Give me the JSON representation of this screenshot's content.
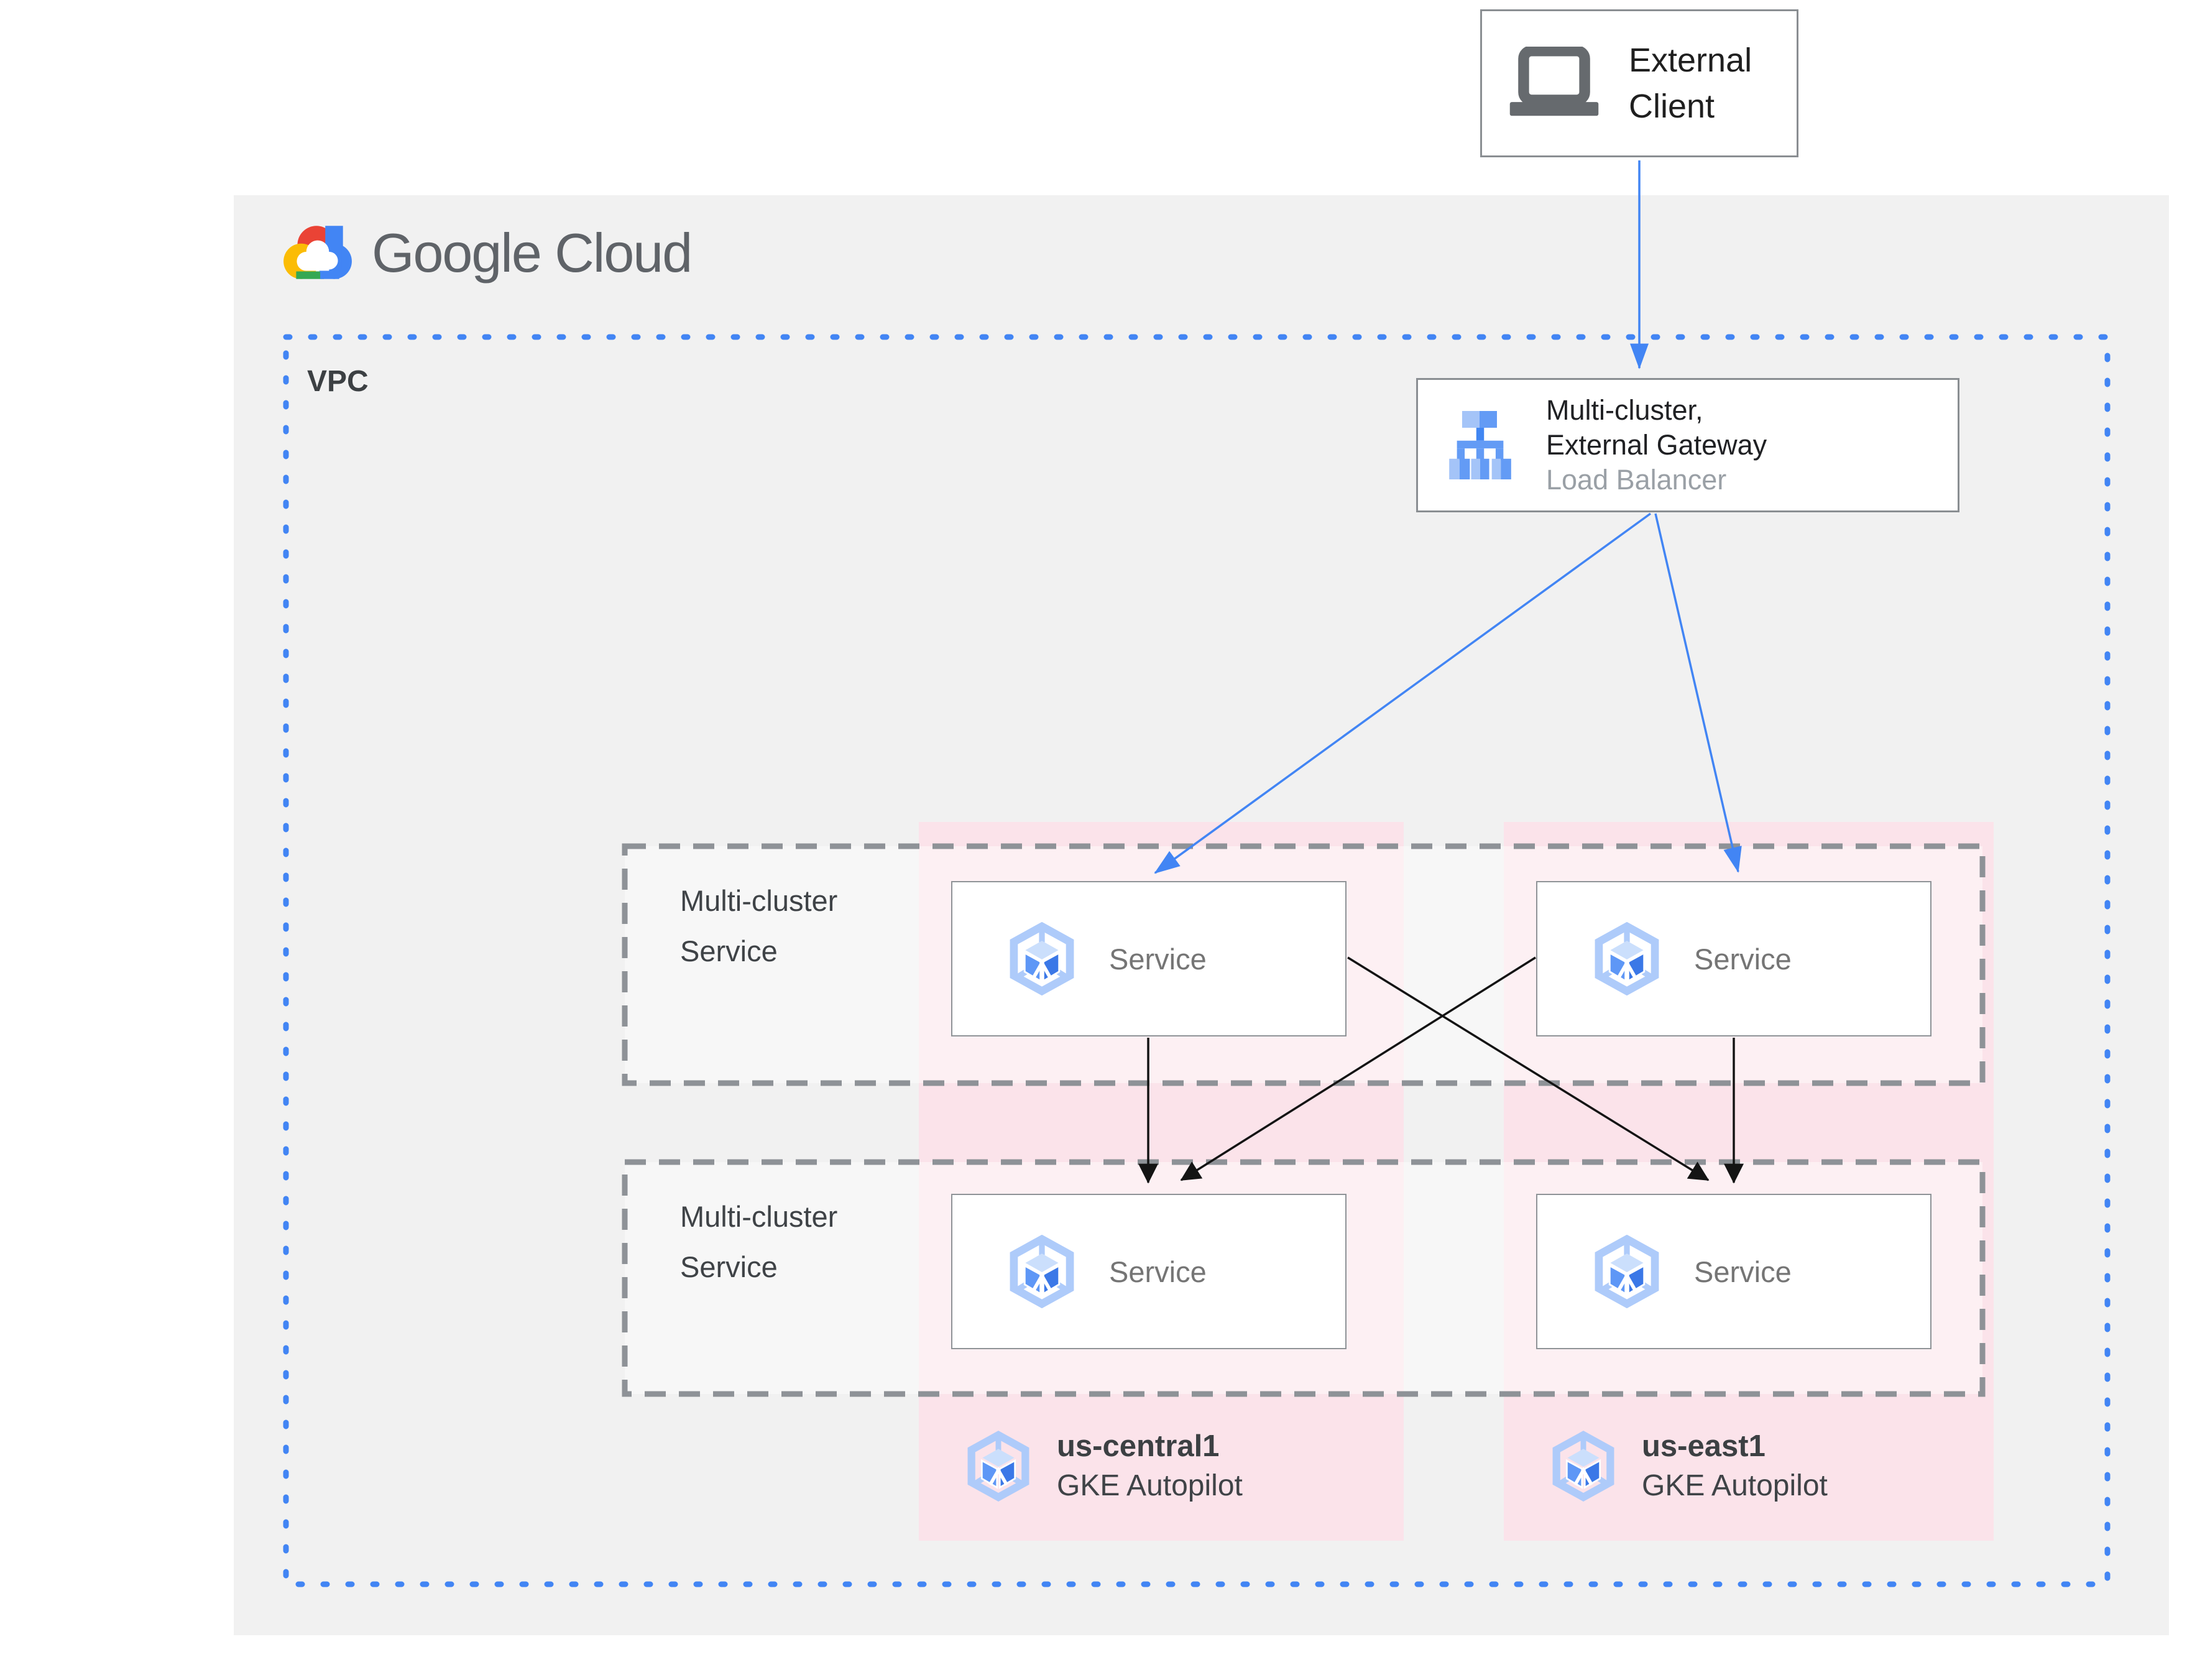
{
  "header": {
    "wordmark": "Google Cloud"
  },
  "external_client": {
    "label": "External Client"
  },
  "vpc": {
    "label": "VPC"
  },
  "load_balancer": {
    "title_line1": "Multi-cluster,",
    "title_line2": "External Gateway",
    "subtitle": "Load Balancer"
  },
  "mcs_rows": {
    "row1": {
      "label": "Multi-cluster Service"
    },
    "row2": {
      "label": "Multi-cluster Service"
    }
  },
  "services": {
    "row1_left": {
      "label": "Service"
    },
    "row1_right": {
      "label": "Service"
    },
    "row2_left": {
      "label": "Service"
    },
    "row2_right": {
      "label": "Service"
    }
  },
  "clusters": {
    "us_central1": {
      "name": "us-central1",
      "type": "GKE Autopilot"
    },
    "us_east1": {
      "name": "us-east1",
      "type": "GKE Autopilot"
    }
  },
  "colors": {
    "accent_blue": "#4285f4",
    "pink_band": "#fbe3ea",
    "panel_gray": "#f1f1f1",
    "dash_gray": "#8e9297",
    "text_dark": "#3c4043",
    "text_gray": "#757575",
    "logo_red": "#ea4335",
    "logo_yellow": "#fbbc05",
    "logo_green": "#34a853"
  }
}
